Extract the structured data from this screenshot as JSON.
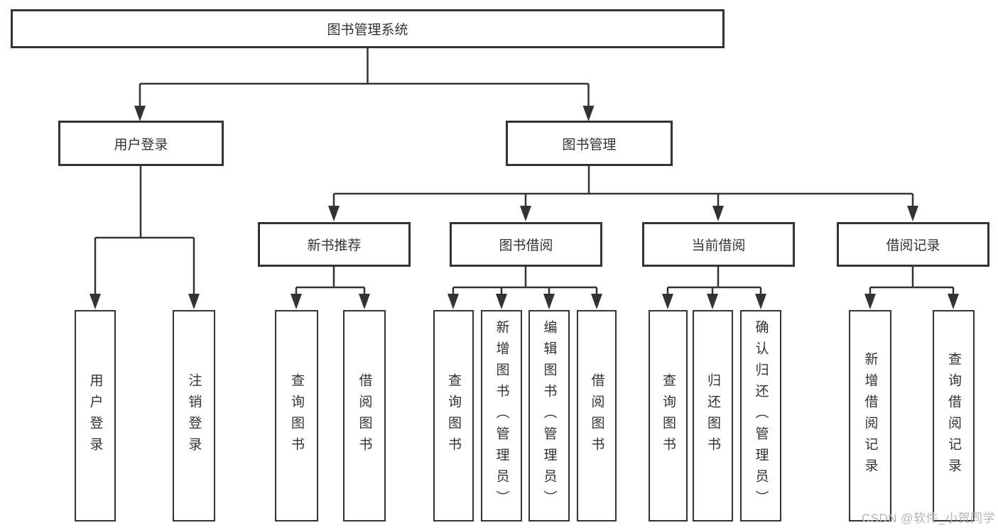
{
  "colors": {
    "line": "#333333",
    "text": "#333333",
    "box_background": "#ffffff",
    "watermark_text": "#b5b5b5"
  },
  "nodes": {
    "root": {
      "label": "图书管理系统"
    },
    "level2": {
      "user_login": {
        "label": "用户登录"
      },
      "book_management": {
        "label": "图书管理"
      }
    },
    "level3": {
      "new_book_recommend": {
        "label": "新书推荐"
      },
      "book_borrowing": {
        "label": "图书借阅"
      },
      "current_borrowing": {
        "label": "当前借阅"
      },
      "borrowing_records": {
        "label": "借阅记录"
      }
    },
    "level4": {
      "user_login_children": [
        {
          "label": "用户登录"
        },
        {
          "label": "注销登录"
        }
      ],
      "new_book_recommend_children": [
        {
          "label": "查询图书"
        },
        {
          "label": "借阅图书"
        }
      ],
      "book_borrowing_children": [
        {
          "label": "查询图书"
        },
        {
          "label": "新增图书（管理员）"
        },
        {
          "label": "编辑图书（管理员）"
        },
        {
          "label": "借阅图书"
        }
      ],
      "current_borrowing_children": [
        {
          "label": "查询图书"
        },
        {
          "label": "归还图书"
        },
        {
          "label": "确认归还（管理员）"
        }
      ],
      "borrowing_records_children": [
        {
          "label": "新增借阅记录"
        },
        {
          "label": "查询借阅记录"
        }
      ]
    }
  },
  "watermark": {
    "label": "CSDN @软件_小贺同学"
  }
}
